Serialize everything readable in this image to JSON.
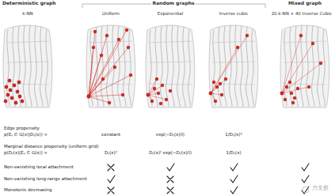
{
  "diagram": {
    "labels": [
      "Deterministic graph",
      "Random graphs",
      "Mixed graph",
      "k-NN",
      "Uniform",
      "Exponential",
      "Inverse cubic",
      "20 k-NN + 40 Inverse Cubic",
      "Edge propensity",
      "p(Eᵢⱼ ∈ G(x)|Dᵢⱼ(x)) ∝",
      "constant",
      "exp(−Dᵢⱼ(x)/l)",
      "1/Dᵢⱼ(x)³",
      "Marginal distance propensity (uniform grid)",
      "p(Dᵢⱼ(x)|Eᵢⱼ ∈ G(x)) ∝",
      "Dᵢⱼ(x)²",
      "Dᵢⱼ(x)² exp(−Dᵢⱼ(x)/l)",
      "1/Dᵢⱼ(x)",
      "Non-vanishing local attachment",
      "Non-vanishing long-range attachment",
      "Monotonic decreasing",
      "力文所"
    ]
  }
}
